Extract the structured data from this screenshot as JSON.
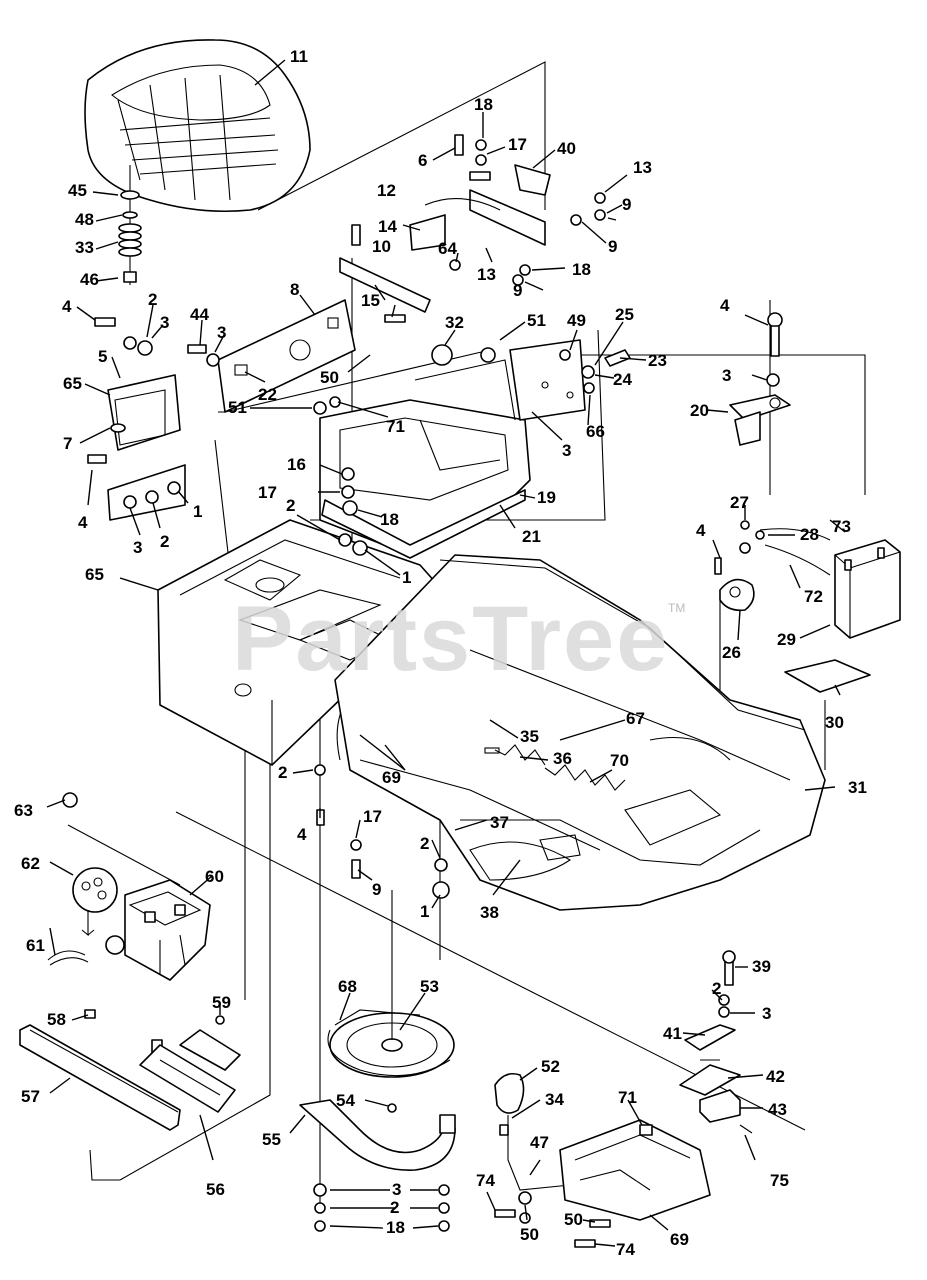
{
  "watermark": {
    "text": "PartsTree",
    "trademark": "TM"
  },
  "callouts": [
    "11",
    "18",
    "6",
    "17",
    "40",
    "13",
    "9",
    "9",
    "12",
    "14",
    "64",
    "13",
    "18",
    "9",
    "10",
    "15",
    "45",
    "48",
    "33",
    "46",
    "4",
    "2",
    "3",
    "44",
    "3",
    "8",
    "32",
    "51",
    "49",
    "25",
    "23",
    "24",
    "4",
    "3",
    "20",
    "5",
    "65",
    "7",
    "22",
    "50",
    "71",
    "51",
    "66",
    "3",
    "4",
    "3",
    "2",
    "1",
    "16",
    "17",
    "18",
    "19",
    "21",
    "2",
    "1",
    "27",
    "28",
    "73",
    "4",
    "72",
    "65",
    "26",
    "29",
    "30",
    "35",
    "67",
    "36",
    "70",
    "31",
    "63",
    "2",
    "4",
    "69",
    "17",
    "37",
    "2",
    "9",
    "1",
    "38",
    "62",
    "60",
    "61",
    "59",
    "39",
    "2",
    "3",
    "68",
    "53",
    "41",
    "42",
    "58",
    "52",
    "34",
    "71",
    "43",
    "57",
    "54",
    "55",
    "56",
    "3",
    "2",
    "18",
    "74",
    "47",
    "50",
    "50",
    "75",
    "74",
    "69"
  ],
  "colors": {
    "ink": "#000000",
    "watermark": "#d9d9d9",
    "background": "#ffffff"
  }
}
